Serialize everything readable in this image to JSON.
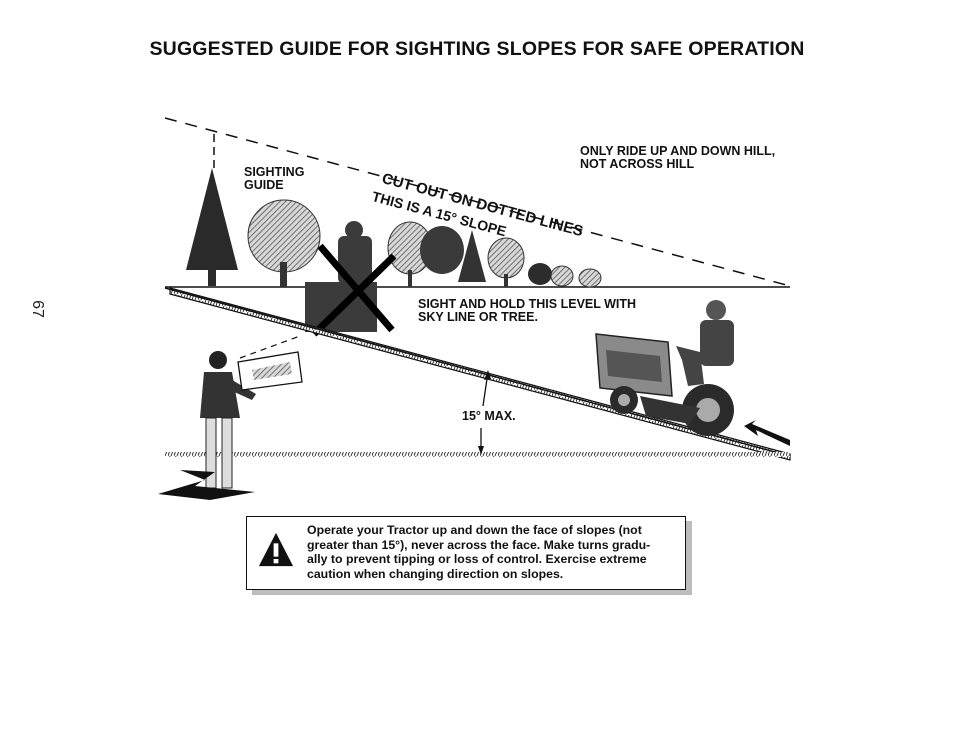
{
  "title": "SUGGESTED GUIDE FOR SIGHTING SLOPES FOR SAFE OPERATION",
  "page_number": "67",
  "figure": {
    "sighting_guide_label": [
      "SIGHTING",
      "GUIDE"
    ],
    "cut_out_label": "CUT OUT ON DOTTED LINES",
    "slope_label": "THIS IS A 15° SLOPE",
    "ride_note": [
      "ONLY RIDE UP AND DOWN HILL,",
      "NOT ACROSS HILL"
    ],
    "sight_note": [
      "SIGHT AND HOLD THIS LEVEL WITH",
      "SKY LINE OR TREE."
    ],
    "max_label": "15° MAX."
  },
  "warning": {
    "icon": "warning-triangle-icon",
    "lines": [
      "Operate your Tractor up and down the face of slopes (not",
      "greater than 15°), never across the face. Make turns gradu-",
      "ally to prevent tipping or loss of control. Exercise extreme",
      "caution when changing direction on slopes."
    ]
  }
}
